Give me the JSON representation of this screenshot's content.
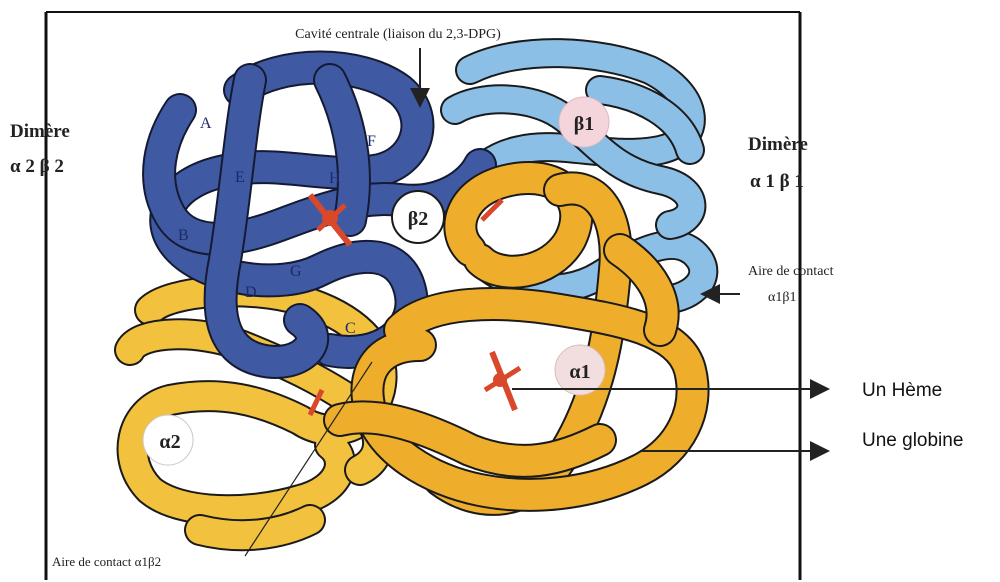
{
  "labels": {
    "central_cavity": "Cavité centrale (liaison du 2,3-DPG)",
    "dimer_left_title": "Dimère",
    "dimer_left_sub": "α 2 β 2",
    "dimer_right_title": "Dimère",
    "dimer_right_sub": "α 1 β 1",
    "contact_a1b1_line1": "Aire de contact",
    "contact_a1b1_line2": "α1β1",
    "contact_a1b2": "Aire de contact α1β2",
    "heme": "Un Hème",
    "globin": "Une globine"
  },
  "subunits": {
    "beta1": "β1",
    "beta2": "β2",
    "alpha1": "α1",
    "alpha2": "α2"
  },
  "helices": {
    "a": "A",
    "b": "B",
    "c": "C",
    "d": "D",
    "e": "E",
    "f": "F",
    "g": "G",
    "h": "H"
  },
  "colors": {
    "beta2_dark_blue": "#3f5aa3",
    "beta1_light_blue": "#8cbfe6",
    "alpha_yellow": "#f2c13e",
    "alpha1_orange": "#eeae2c",
    "heme_red": "#d9482b",
    "outline": "#1a1a1a"
  }
}
